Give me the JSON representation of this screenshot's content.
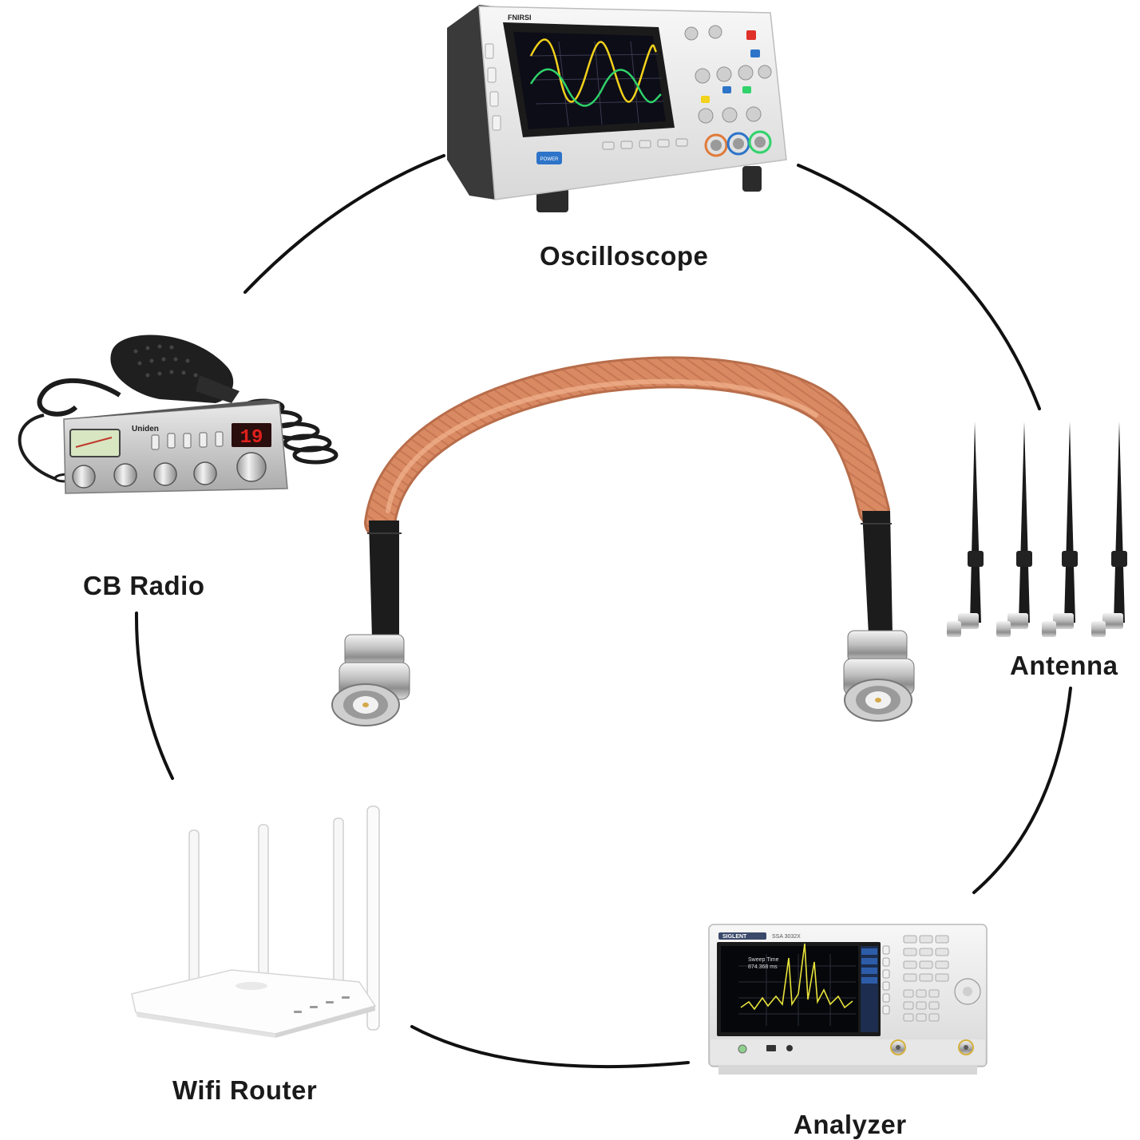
{
  "labels": {
    "oscilloscope": "Oscilloscope",
    "cb_radio": "CB Radio",
    "antenna": "Antenna",
    "wifi_router": "Wifi Router",
    "analyzer": "Analyzer"
  },
  "brand_marks": {
    "oscilloscope_brand": "FNIRSI",
    "oscilloscope_power": "POWER",
    "radio_brand": "Uniden",
    "radio_channel": "19",
    "analyzer_brand": "SIGLENT",
    "analyzer_model": "SSA 3032X",
    "analyzer_readout_title": "Sweep Time",
    "analyzer_readout_value": "874.368 ms"
  },
  "colors": {
    "cable_jacket": "#d98a63",
    "cable_boot": "#1c1c1c",
    "connector_metal": "#c9c9c9",
    "ring_line": "#111111",
    "label_text": "#1a1a1a",
    "radio_display": "#e0201c",
    "analyzer_trace": "#e8e23a",
    "oscilloscope_trace_yellow": "#f2d21b",
    "oscilloscope_trace_green": "#2fd36a"
  }
}
